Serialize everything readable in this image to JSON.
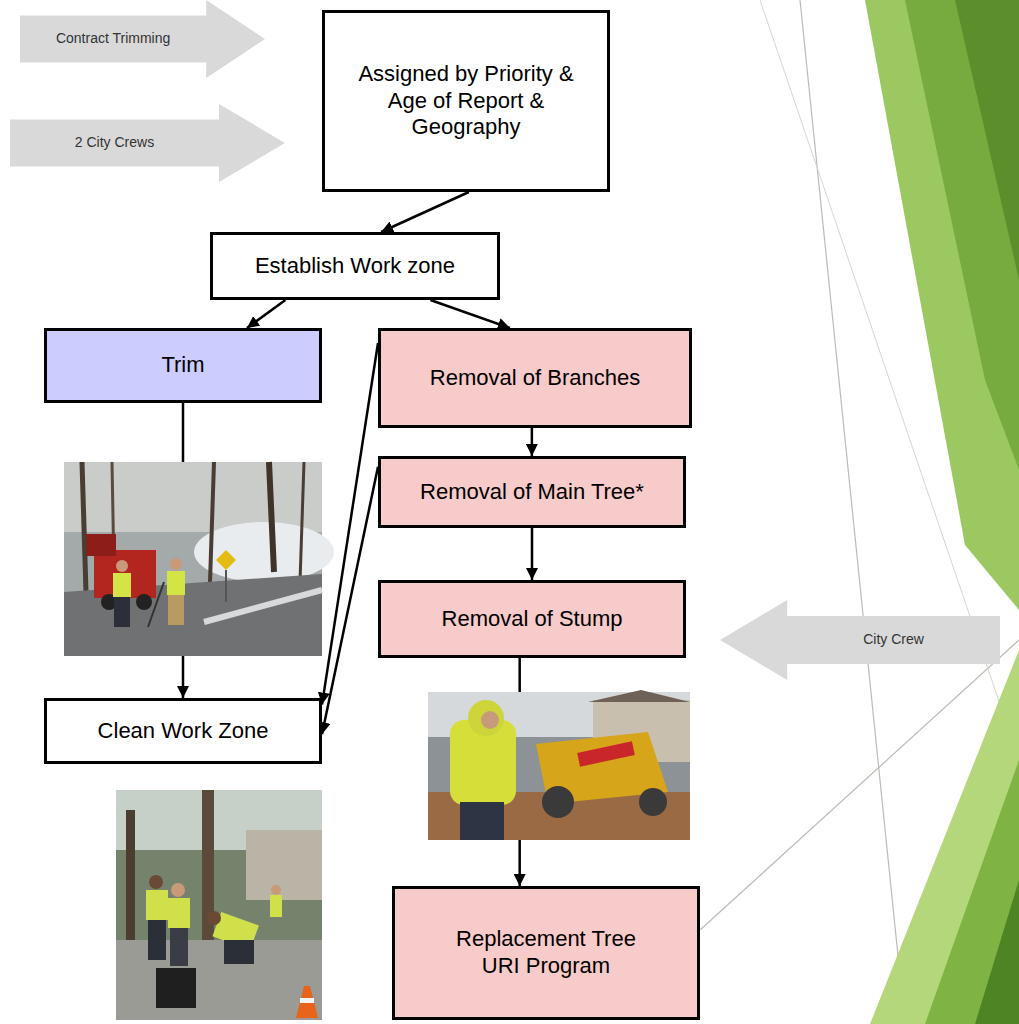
{
  "diagram": {
    "nodes": [
      {
        "text": [
          "Contract Trimming"
        ]
      },
      {
        "text": [
          "Assigned by Priority & Age of Report & Geography"
        ]
      },
      {
        "text": [
          "2 City Crews"
        ]
      },
      {
        "text": [
          "Establish Work zone"
        ]
      },
      {
        "text": [
          "Trim"
        ]
      },
      {
        "text": [
          "Removal of Branches"
        ]
      },
      {
        "text": [
          "Removal of Main Tree*"
        ]
      },
      {
        "text": [
          "Removal of Stump"
        ]
      },
      {
        "text": [
          "City Crew"
        ]
      },
      {
        "text": [
          "Clean Work Zone"
        ]
      },
      {
        "text": [
          "Replacement Tree URI Program"
        ]
      }
    ],
    "edges": [
      {
        "from": 1,
        "to": 3,
        "arrow": "to"
      },
      {
        "from": 3,
        "to": 4,
        "arrow": "to"
      },
      {
        "from": 3,
        "to": 5,
        "arrow": "to"
      },
      {
        "from": 4,
        "to": 9,
        "arrow": "to"
      },
      {
        "from": 5,
        "to": 6,
        "arrow": "to"
      },
      {
        "from": 5,
        "to": 9,
        "arrow": "to"
      },
      {
        "from": 6,
        "to": 7,
        "arrow": "to"
      },
      {
        "from": 6,
        "to": 9,
        "arrow": "to"
      },
      {
        "from": 7,
        "to": 10,
        "arrow": "to"
      }
    ]
  }
}
